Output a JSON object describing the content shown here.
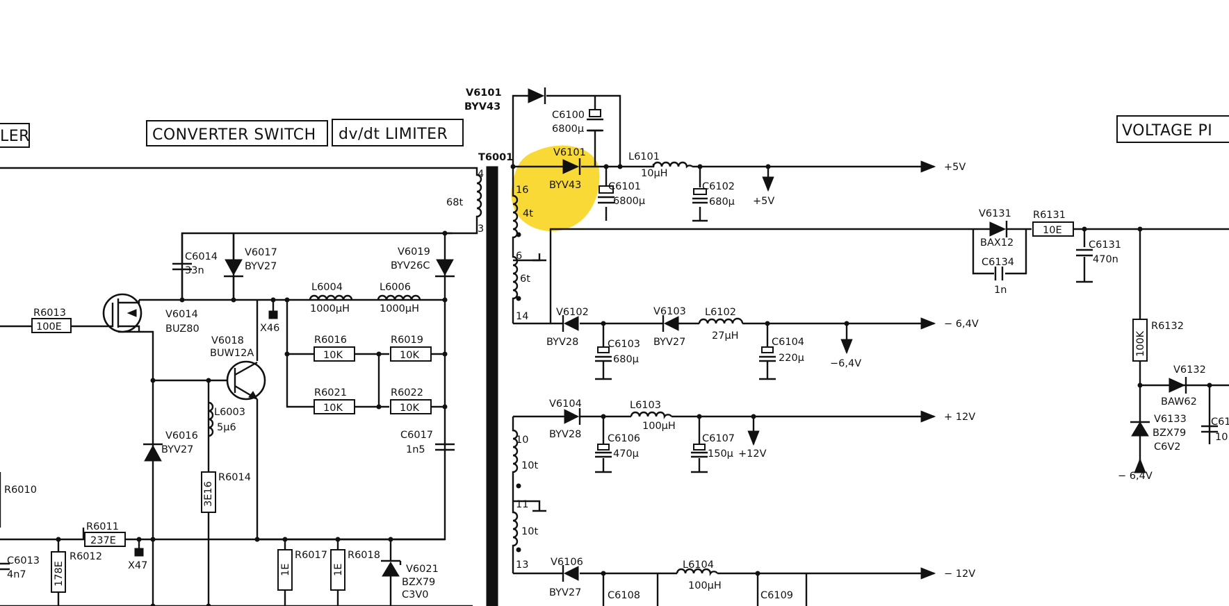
{
  "image": "highlighted circuit schematic (power supply converter section)",
  "highlight_color": "#f7d51f",
  "ink_color": "#111111",
  "blocks": {
    "left_partial": "LER",
    "converter_switch": "CONVERTER SWITCH",
    "dvdt_limiter": "dv/dt LIMITER",
    "voltage_partial": "VOLTAGE PI"
  },
  "transformer": {
    "ref": "T6001",
    "primary": {
      "pin4": "4",
      "pin3": "3",
      "turns": "68t"
    },
    "secondary": [
      {
        "pin_top": "16",
        "pin_bottom": "6",
        "turns": "4t"
      },
      {
        "pin_top": "6",
        "pin_bottom": "14",
        "turns": "6t"
      },
      {
        "pin_top": "10",
        "pin_bottom": "11",
        "turns": "10t"
      },
      {
        "pin_top": "11",
        "pin_bottom": "13",
        "turns": "10t"
      }
    ]
  },
  "components": {
    "C6014": {
      "ref": "C6014",
      "value": "33n"
    },
    "V6017": {
      "ref": "V6017",
      "type": "BYV27"
    },
    "V6019": {
      "ref": "V6019",
      "type": "BYV26C"
    },
    "L6004": {
      "ref": "L6004",
      "value": "1000µH"
    },
    "L6006": {
      "ref": "L6006",
      "value": "1000µH"
    },
    "X46": {
      "ref": "X46"
    },
    "R6013": {
      "ref": "R6013",
      "value": "100E"
    },
    "V6014": {
      "ref": "V6014",
      "type": "BUZ80"
    },
    "V6018": {
      "ref": "V6018",
      "type": "BUW12A"
    },
    "R6016": {
      "ref": "R6016",
      "value": "10K"
    },
    "R6019": {
      "ref": "R6019",
      "value": "10K"
    },
    "R6021": {
      "ref": "R6021",
      "value": "10K"
    },
    "R6022": {
      "ref": "R6022",
      "value": "10K"
    },
    "L6003": {
      "ref": "L6003",
      "value": "5µ6"
    },
    "V6016": {
      "ref": "V6016",
      "type": "BYV27"
    },
    "C6017": {
      "ref": "C6017",
      "value": "1n5"
    },
    "R6010": {
      "ref": "R6010"
    },
    "R6014": {
      "ref": "R6014",
      "value": "3E16"
    },
    "R6011": {
      "ref": "R6011",
      "value": "237E"
    },
    "C6013": {
      "ref": "C6013",
      "value": "4n7"
    },
    "R6012": {
      "ref": "R6012",
      "value": "178E"
    },
    "X47": {
      "ref": "X47"
    },
    "R6017": {
      "ref": "R6017",
      "value": "1E"
    },
    "R6018": {
      "ref": "R6018",
      "value": "1E"
    },
    "V6021": {
      "ref": "V6021",
      "type": "BZX79",
      "type2": "C3V0"
    },
    "V6101a": {
      "ref": "V6101",
      "type": "BYV43"
    },
    "C6100": {
      "ref": "C6100",
      "value": "6800µ"
    },
    "V6101b": {
      "ref": "V6101",
      "type": "BYV43"
    },
    "C6101": {
      "ref": "C6101",
      "value": "6800µ"
    },
    "L6101": {
      "ref": "L6101",
      "value": "10µH"
    },
    "C6102": {
      "ref": "C6102",
      "value": "680µ"
    },
    "V6102": {
      "ref": "V6102",
      "type": "BYV28"
    },
    "C6103": {
      "ref": "C6103",
      "value": "680µ"
    },
    "V6103": {
      "ref": "V6103",
      "type": "BYV27"
    },
    "L6102": {
      "ref": "L6102",
      "value": "27µH"
    },
    "C6104": {
      "ref": "C6104",
      "value": "220µ"
    },
    "V6104": {
      "ref": "V6104",
      "type": "BYV28"
    },
    "L6103": {
      "ref": "L6103",
      "value": "100µH"
    },
    "C6106": {
      "ref": "C6106",
      "value": "470µ"
    },
    "C6107": {
      "ref": "C6107",
      "value": "150µ"
    },
    "V6106": {
      "ref": "V6106",
      "type": "BYV27"
    },
    "L6104": {
      "ref": "L6104",
      "value": "100µH"
    },
    "C6108": {
      "ref": "C6108"
    },
    "C6109": {
      "ref": "C6109"
    },
    "V6131": {
      "ref": "V6131",
      "type": "BAX12"
    },
    "R6131": {
      "ref": "R6131",
      "value": "10E"
    },
    "C6131": {
      "ref": "C6131",
      "value": "470n"
    },
    "C6134": {
      "ref": "C6134",
      "value": "1n"
    },
    "R6132": {
      "ref": "R6132",
      "value": "100K"
    },
    "V6132": {
      "ref": "V6132",
      "type": "BAW62"
    },
    "V6133": {
      "ref": "V6133",
      "type": "BZX79",
      "type2": "C6V2"
    },
    "C61x": {
      "ref": "C61",
      "value": "10"
    }
  },
  "rails": {
    "p5v": "+5V",
    "p5v_tap": "+5V",
    "n64v": "− 6,4V",
    "n64v_tap": "−6,4V",
    "p12v": "+ 12V",
    "p12v_tap": "+12V",
    "n12v": "− 12V",
    "n64v_right": "− 6,4V"
  }
}
